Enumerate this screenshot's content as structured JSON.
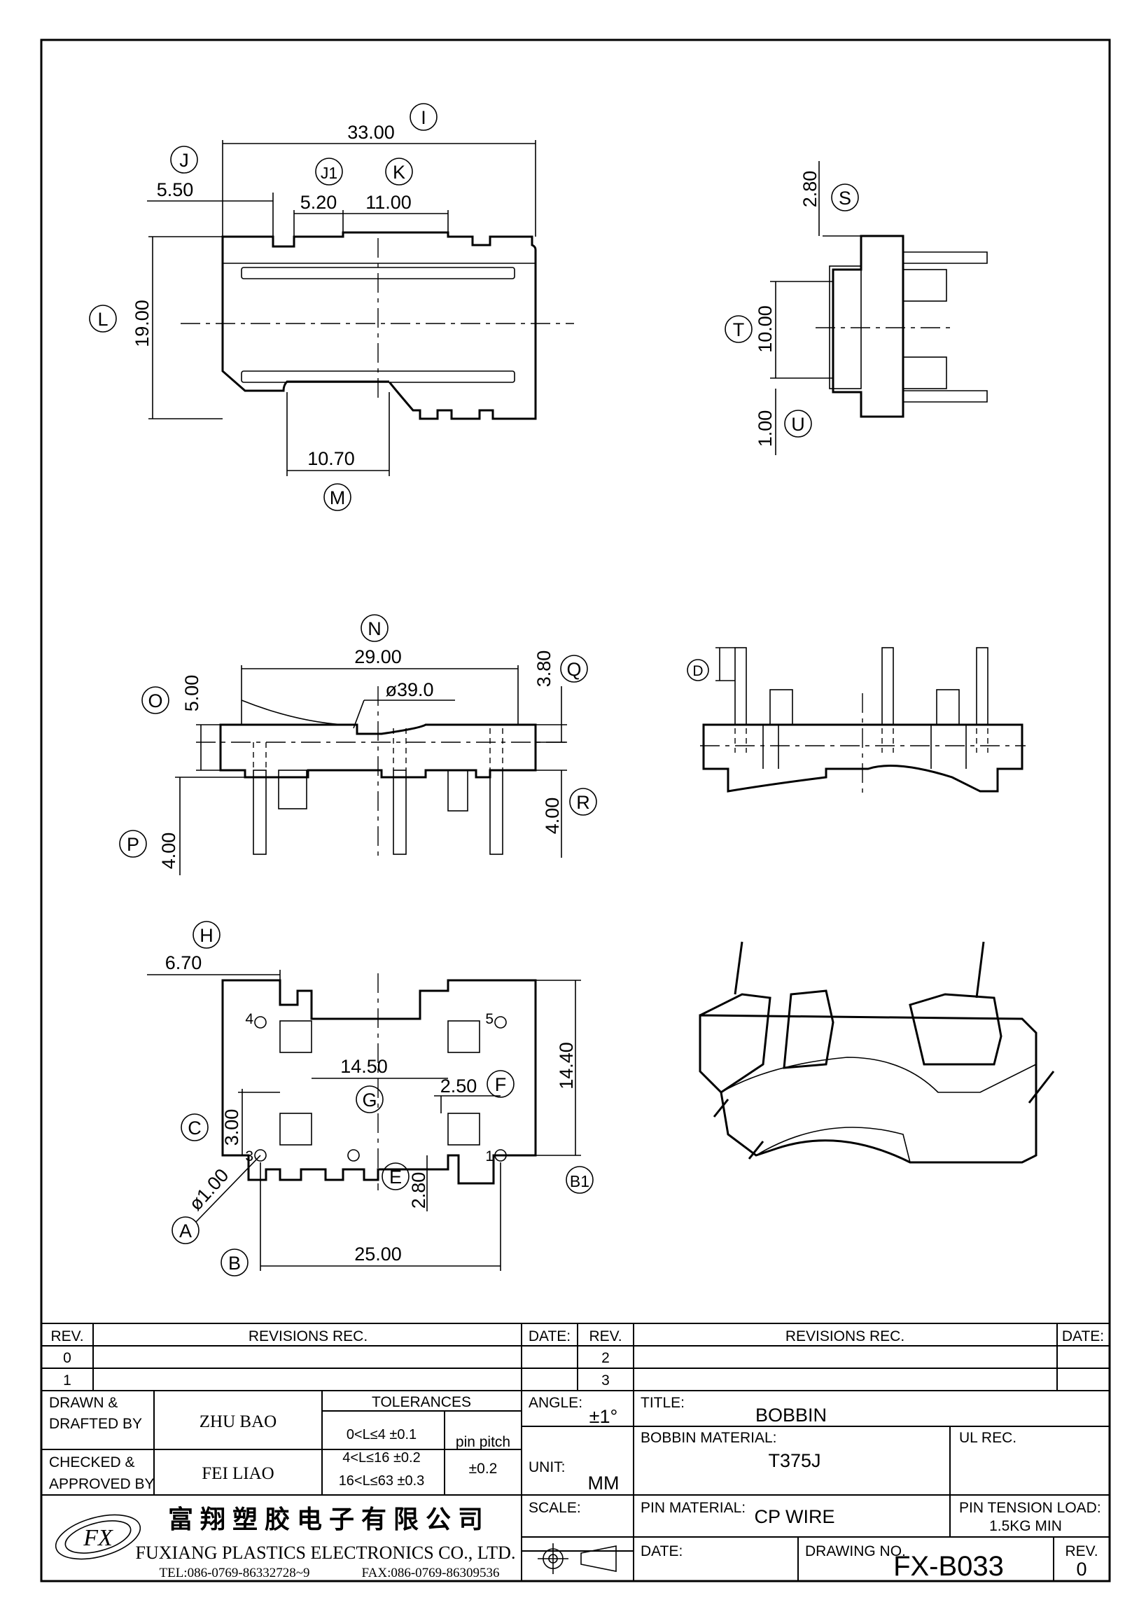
{
  "drawing": {
    "title": "BOBBIN",
    "drawing_no": "FX-B033",
    "rev": "0",
    "drawn_by": "ZHU BAO",
    "checked_by": "FEI LIAO",
    "angle": "±1°",
    "unit": "MM",
    "bobbin_material": "T375J",
    "pin_material": "CP WIRE",
    "pin_tension_load": "1.5KG MIN"
  },
  "labels": {
    "rev": "REV.",
    "revisions_rec": "REVISIONS   REC.",
    "date": "DATE:",
    "drawn_line1": "DRAWN &",
    "drawn_line2": "DRAFTED BY",
    "checked_line1": "CHECKED &",
    "checked_line2": "APPROVED BY",
    "tolerances": "TOLERANCES",
    "tol1": "0<L≤4   ±0.1",
    "tol2": "4<L≤16  ±0.2",
    "tol3": "16<L≤63  ±0.3",
    "pin_pitch": "pin pitch",
    "pin_pitch_tol": "±0.2",
    "angle": "ANGLE:",
    "unit": "UNIT:",
    "scale": "SCALE:",
    "title": "TITLE:",
    "bobbin_material": "BOBBIN MATERIAL:",
    "ul_rec": "UL REC.",
    "pin_material": "PIN MATERIAL:",
    "pin_tension_load": "PIN TENSION LOAD:",
    "drawing_no": "DRAWING NO.",
    "date_bottom": "DATE:"
  },
  "revisions": {
    "left": [
      "0",
      "1"
    ],
    "right": [
      "2",
      "3"
    ]
  },
  "company": {
    "name_cn": "富翔塑胶电子有限公司",
    "name_en": "FUXIANG PLASTICS ELECTRONICS CO., LTD.",
    "tel": "TEL:086-0769-86332728~9",
    "fax": "FAX:086-0769-86309536",
    "logo_text": "FX"
  },
  "dimensions": {
    "I": "33.00",
    "J": "5.50",
    "J1": "5.20",
    "K": "11.00",
    "L": "19.00",
    "M": "10.70",
    "S": "2.80",
    "T": "10.00",
    "U": "1.00",
    "N": "29.00",
    "O": "5.00",
    "Q": "3.80",
    "R": "4.00",
    "P": "4.00",
    "radius": "ø39.0",
    "H": "6.70",
    "G": "14.50",
    "F": "2.50",
    "B1": "14.40",
    "C": "3.00",
    "E": "2.80",
    "A": "ø1.00",
    "B": "25.00"
  },
  "callouts": [
    "I",
    "J",
    "J1",
    "K",
    "L",
    "M",
    "S",
    "T",
    "U",
    "N",
    "O",
    "Q",
    "R",
    "P",
    "D",
    "H",
    "F",
    "G",
    "C",
    "E",
    "B1",
    "A",
    "B"
  ],
  "pin_numbers": [
    "4",
    "5",
    "3",
    "1"
  ]
}
